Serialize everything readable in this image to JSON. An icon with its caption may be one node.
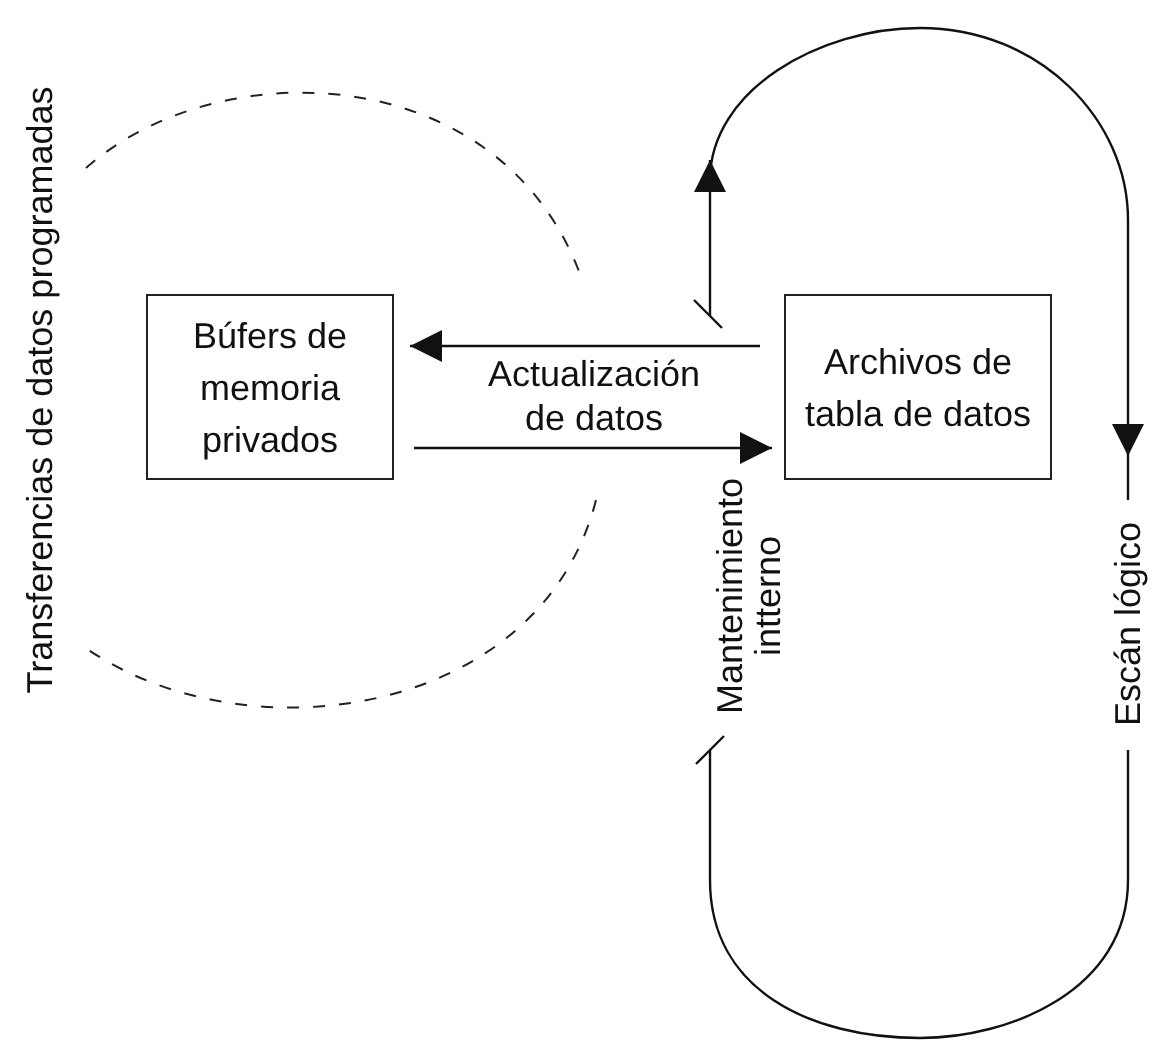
{
  "diagram": {
    "nodes": [
      {
        "text": [
          "Búfers de memoria privados"
        ]
      },
      {
        "text": [
          "Archivos de tabla de datos"
        ]
      }
    ],
    "edges": [
      {
        "from": 1,
        "to": 0,
        "arrow": "to"
      },
      {
        "from": 0,
        "to": 1,
        "arrow": "to"
      }
    ],
    "labels": [
      "Transferencias de datos programadas",
      "Actualización de datos",
      "Mantenimiento intterno",
      "Escán lógico"
    ]
  }
}
